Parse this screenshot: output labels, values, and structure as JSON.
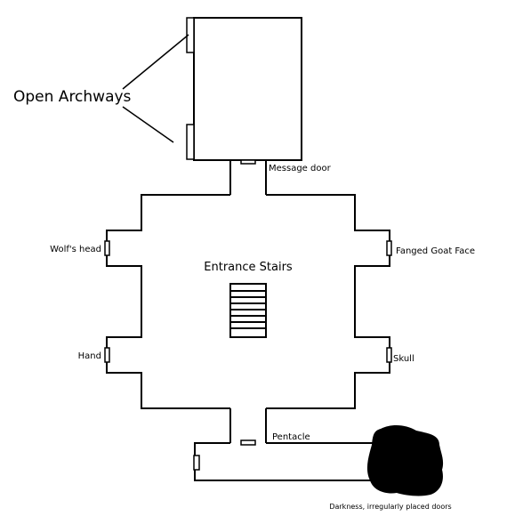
{
  "labels": {
    "open_archways": "Open Archways",
    "message_door": "Message door",
    "wolfs_head": "Wolf's head",
    "fanged_goat_face": "Fanged Goat Face",
    "entrance_stairs": "Entrance Stairs",
    "hand": "Hand",
    "skull": "Skull",
    "pentacle": "Pentacle",
    "darkness": "Darkness, irregularly placed doors"
  },
  "colors": {
    "background": "#ffffff",
    "ink": "#000000"
  }
}
